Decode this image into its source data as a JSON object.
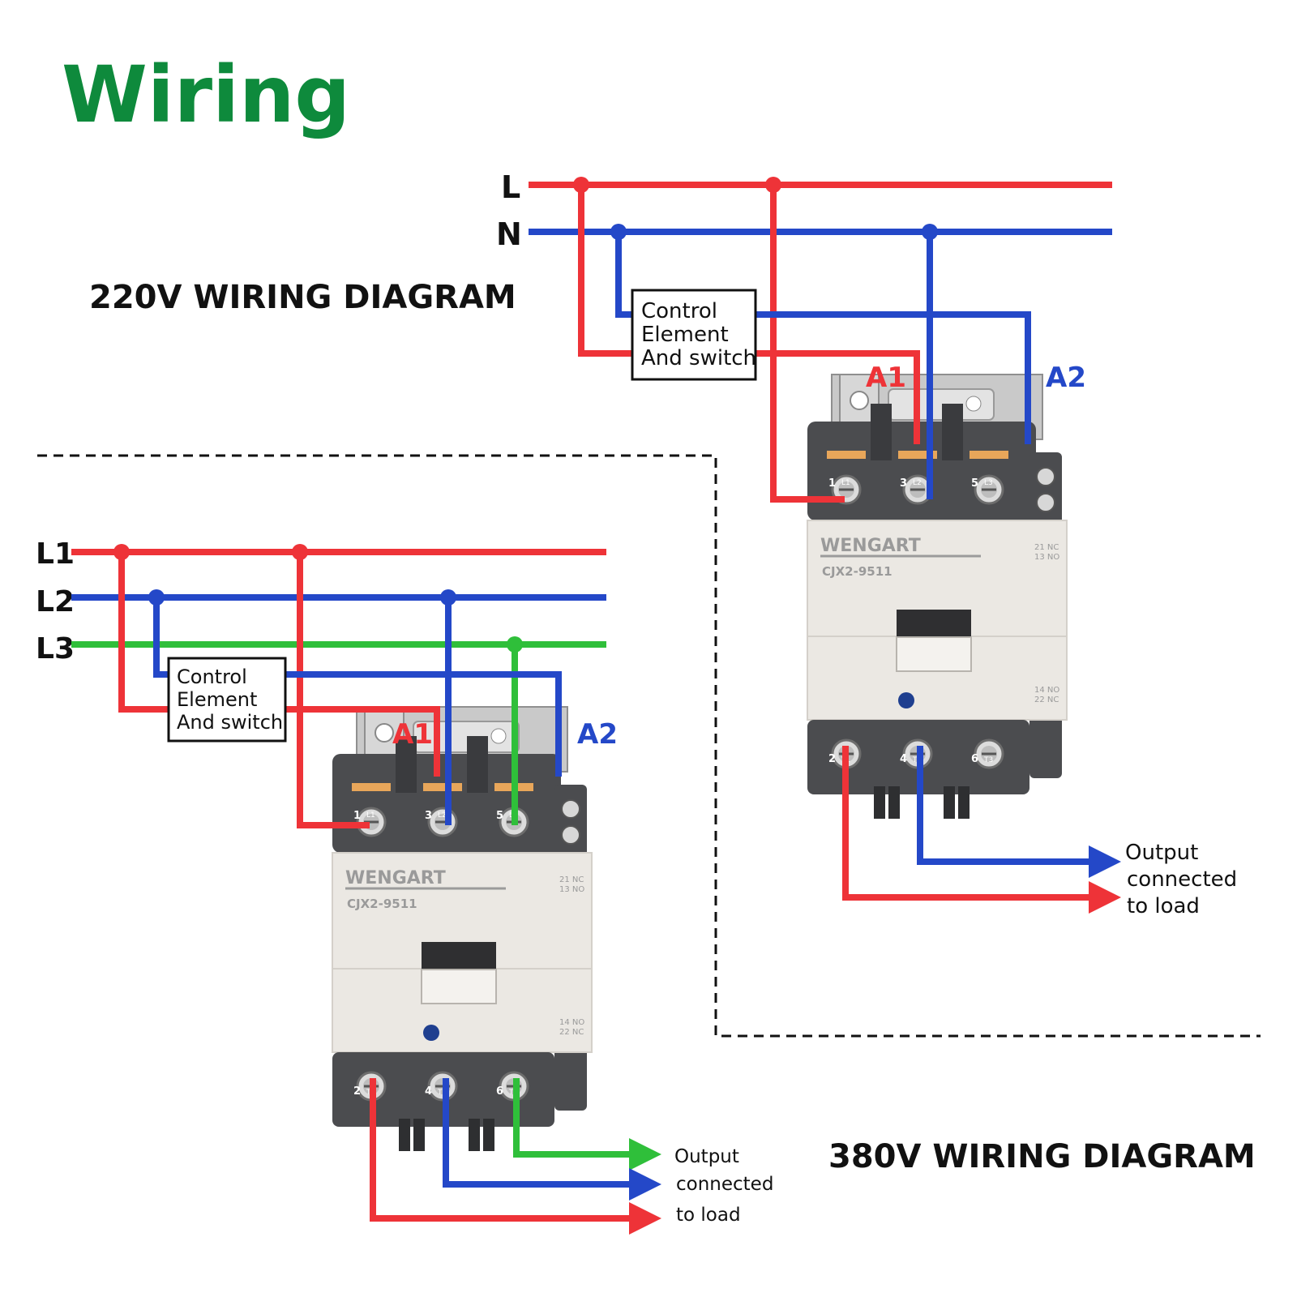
{
  "page": {
    "title": "Wiring",
    "title_color": "#0e8a3c"
  },
  "colors": {
    "red": "#ee3338",
    "blue": "#2448c8",
    "green": "#2fbf3a",
    "ink": "#111111"
  },
  "diagram_220": {
    "heading": "220V WIRING DIAGRAM",
    "line_labels": [
      "L",
      "N"
    ],
    "control_box": [
      "Control",
      "Element",
      "And switch"
    ],
    "terminal_a1": "A1",
    "terminal_a2": "A2",
    "output": [
      "Output",
      "connected",
      "to load"
    ]
  },
  "diagram_380": {
    "heading": "380V WIRING DIAGRAM",
    "line_labels": [
      "L1",
      "L2",
      "L3"
    ],
    "control_box": [
      "Control",
      "Element",
      "And switch"
    ],
    "terminal_a1": "A1",
    "terminal_a2": "A2",
    "output": [
      "Output",
      "connected",
      "to load"
    ]
  },
  "contactor": {
    "brand": "WENGART",
    "model": "CJX2-9511",
    "aux_top": [
      "21 NC",
      "13 NO"
    ],
    "aux_bottom": [
      "14 NO",
      "22 NC"
    ],
    "top_terminals": [
      "1",
      "L1",
      "3",
      "L2",
      "5",
      "L3"
    ],
    "bottom_terminals": [
      "2",
      "T1",
      "4",
      "T2",
      "6",
      "T3"
    ]
  }
}
